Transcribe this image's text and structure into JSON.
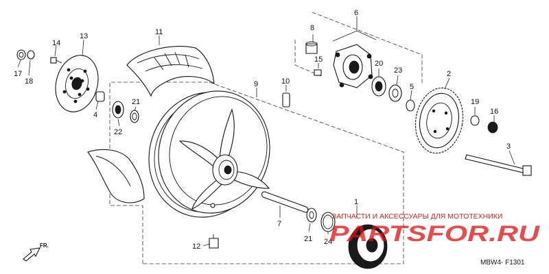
{
  "diagram_code": "MBW4- F1301",
  "direction_label": "FR.",
  "watermark": {
    "caption": "ЗАПЧАСТИ И АКСЕССУАРЫ ДЛЯ МОТОТЕХНИКИ",
    "logo": "PARTSFOR.RU"
  },
  "parts": [
    {
      "key": "p1",
      "number": "1"
    },
    {
      "key": "p2",
      "number": "2"
    },
    {
      "key": "p3",
      "number": "3"
    },
    {
      "key": "p4",
      "number": "4"
    },
    {
      "key": "p5",
      "number": "5"
    },
    {
      "key": "p6",
      "number": "6"
    },
    {
      "key": "p7",
      "number": "7"
    },
    {
      "key": "p8",
      "number": "8"
    },
    {
      "key": "p9",
      "number": "9"
    },
    {
      "key": "p10",
      "number": "10"
    },
    {
      "key": "p11",
      "number": "11"
    },
    {
      "key": "p12",
      "number": "12"
    },
    {
      "key": "p13",
      "number": "13"
    },
    {
      "key": "p14",
      "number": "14"
    },
    {
      "key": "p15",
      "number": "15"
    },
    {
      "key": "p16",
      "number": "16"
    },
    {
      "key": "p17",
      "number": "17"
    },
    {
      "key": "p18",
      "number": "18"
    },
    {
      "key": "p19",
      "number": "19"
    },
    {
      "key": "p20",
      "number": "20"
    },
    {
      "key": "p21a",
      "number": "21"
    },
    {
      "key": "p21b",
      "number": "21"
    },
    {
      "key": "p22",
      "number": "22"
    },
    {
      "key": "p23",
      "number": "23"
    },
    {
      "key": "p24",
      "number": "24"
    }
  ]
}
